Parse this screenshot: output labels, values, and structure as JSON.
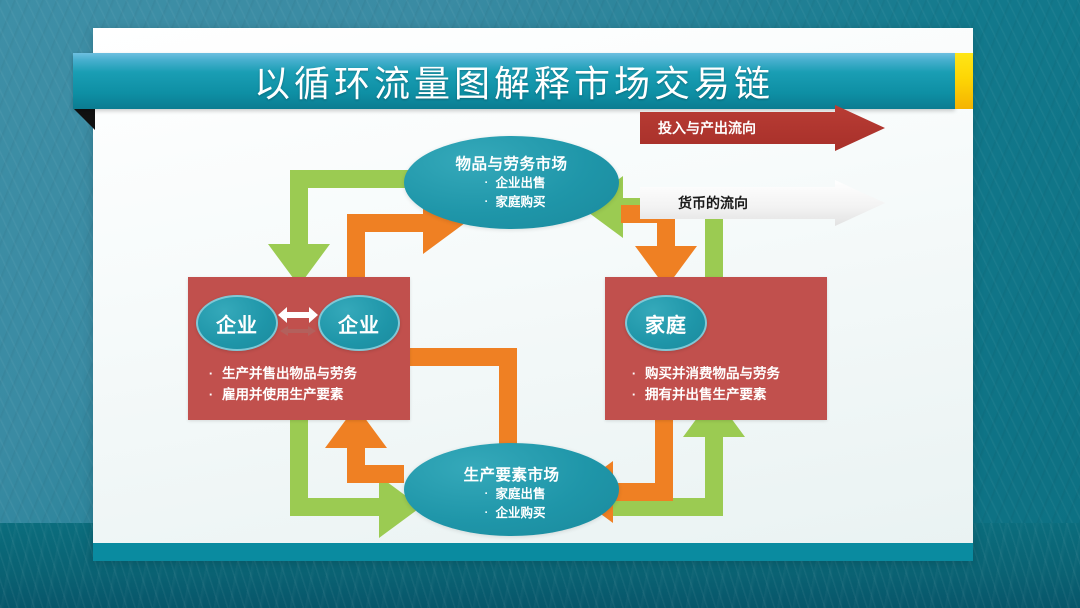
{
  "slide": {
    "title": "以循环流量图解释市场交易链",
    "accent_teal": "#1a9eb4",
    "accent_yellow": "#fdd605",
    "box_red": "#c1504d",
    "oval_teal": "#1f96a9",
    "arrow_green": "#9bcb52",
    "arrow_orange": "#ef8023"
  },
  "diagram": {
    "ovals": {
      "goods_market": {
        "title": "物品与劳务市场",
        "bullets": [
          "企业出售",
          "家庭购买"
        ]
      },
      "factor_market": {
        "title": "生产要素市场",
        "bullets": [
          "家庭出售",
          "企业购买"
        ]
      }
    },
    "boxes": {
      "firms": {
        "node_left": "企业",
        "node_right": "企业",
        "bullets": [
          "生产并售出物品与劳务",
          "雇用并使用生产要素"
        ]
      },
      "household": {
        "node": "家庭",
        "bullets": [
          "购买并消费物品与劳务",
          "拥有并出售生产要素"
        ]
      }
    },
    "legend": [
      {
        "label": "投入与产出流向",
        "color": "#a8302a"
      },
      {
        "label": "货币的流向",
        "color": "#ffffff"
      }
    ],
    "bullet_glyph": "·"
  }
}
